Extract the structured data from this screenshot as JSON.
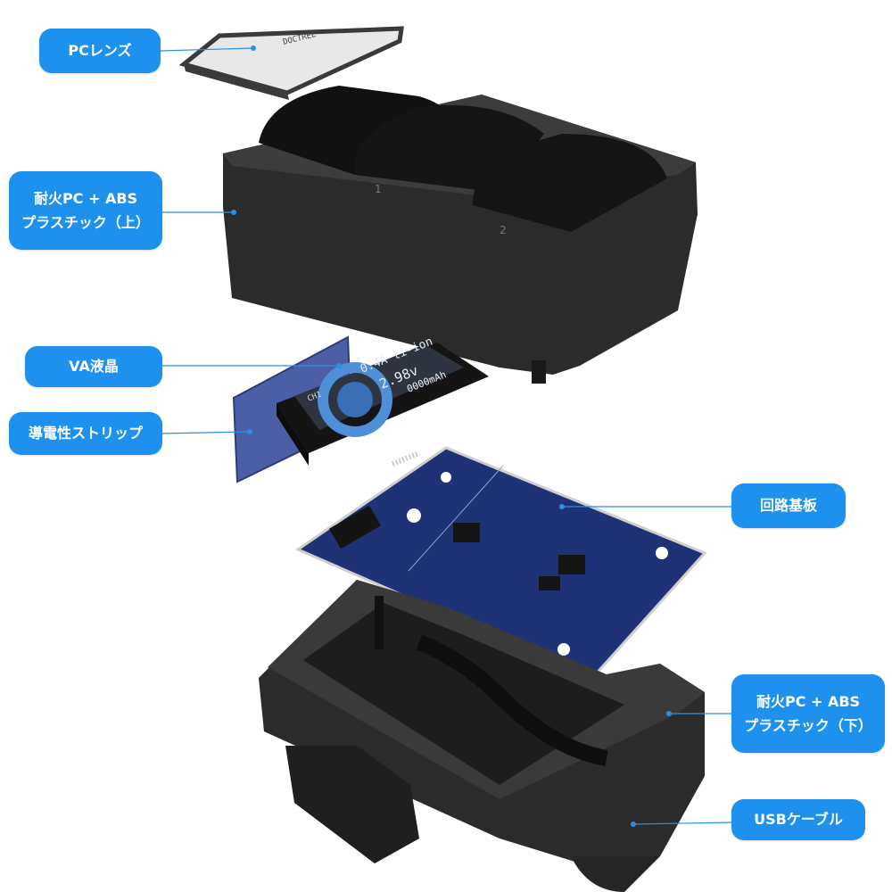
{
  "labels": {
    "pc_lens": "PCレンズ",
    "upper_case": [
      "耐火PC + ABS",
      "プラスチック（上）"
    ],
    "va_lcd": "VA液晶",
    "conductive_strip": "導電性ストリップ",
    "circuit_board": "回路基板",
    "lower_case": [
      "耐火PC + ABS",
      "プラスチック（下）"
    ],
    "usb_cable": "USBケーブル"
  },
  "device_text": {
    "lens_print": "DOCTREE",
    "lcd_line1": "0.4A li-ion",
    "lcd_line2": "2.98v",
    "lcd_line3": "0000mAh",
    "lcd_channel": "CH1",
    "slot_1": "1",
    "slot_2": "2"
  },
  "colors": {
    "callout": "#1e90ee",
    "leader": "#2a8fe0",
    "case": "#2b2b2b",
    "pcb": "#1f3275",
    "strip": "#4c5fa6",
    "lcd": "#2f3540"
  }
}
